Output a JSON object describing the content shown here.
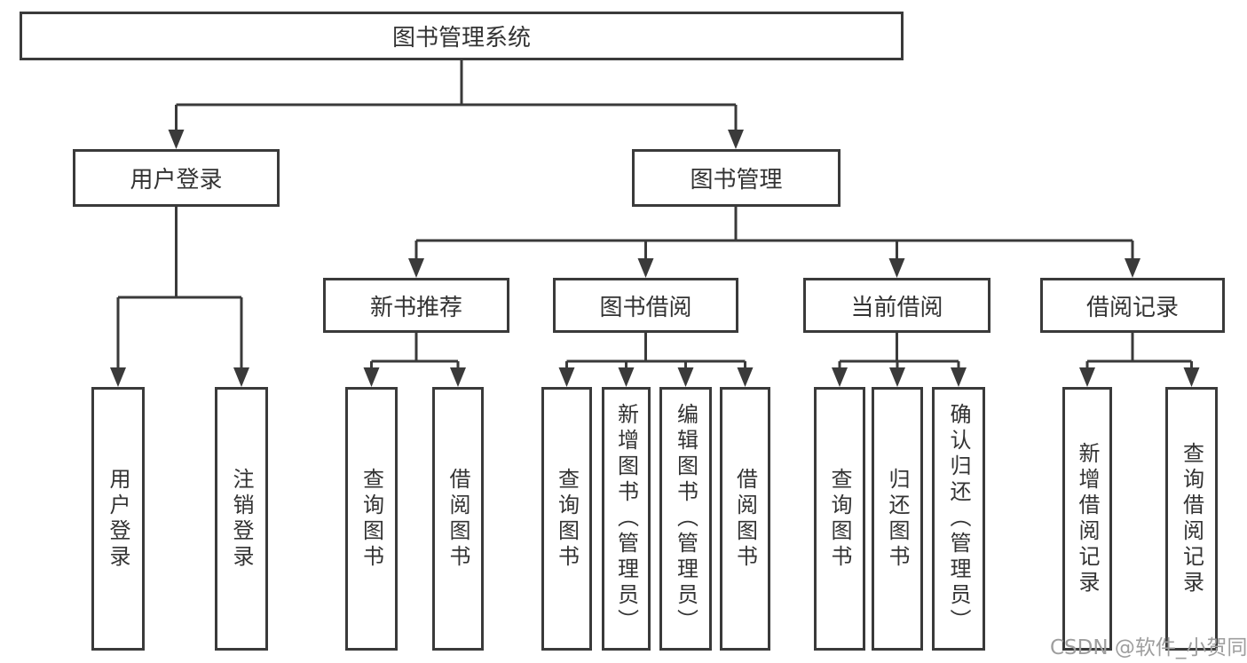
{
  "diagram_type": "hierarchy-tree",
  "colors": {
    "line": "#3a3a3a",
    "box_border": "#3a3a3a",
    "box_background": "#ffffff",
    "text": "#333333",
    "watermark": "#9e9e9e"
  },
  "tree": {
    "label": "图书管理系统",
    "children": [
      {
        "label": "用户登录",
        "children": [
          {
            "label": "用户登录"
          },
          {
            "label": "注销登录"
          }
        ]
      },
      {
        "label": "图书管理",
        "children": [
          {
            "label": "新书推荐",
            "children": [
              {
                "label": "查询图书"
              },
              {
                "label": "借阅图书"
              }
            ]
          },
          {
            "label": "图书借阅",
            "children": [
              {
                "label": "查询图书"
              },
              {
                "label": "新增图书（管理员）"
              },
              {
                "label": "编辑图书（管理员）"
              },
              {
                "label": "借阅图书"
              }
            ]
          },
          {
            "label": "当前借阅",
            "children": [
              {
                "label": "查询图书"
              },
              {
                "label": "归还图书"
              },
              {
                "label": "确认归还（管理员）"
              }
            ]
          },
          {
            "label": "借阅记录",
            "children": [
              {
                "label": "新增借阅记录"
              },
              {
                "label": "查询借阅记录"
              }
            ]
          }
        ]
      }
    ]
  },
  "watermark": {
    "text": "CSDN @软件_小贺同学"
  }
}
